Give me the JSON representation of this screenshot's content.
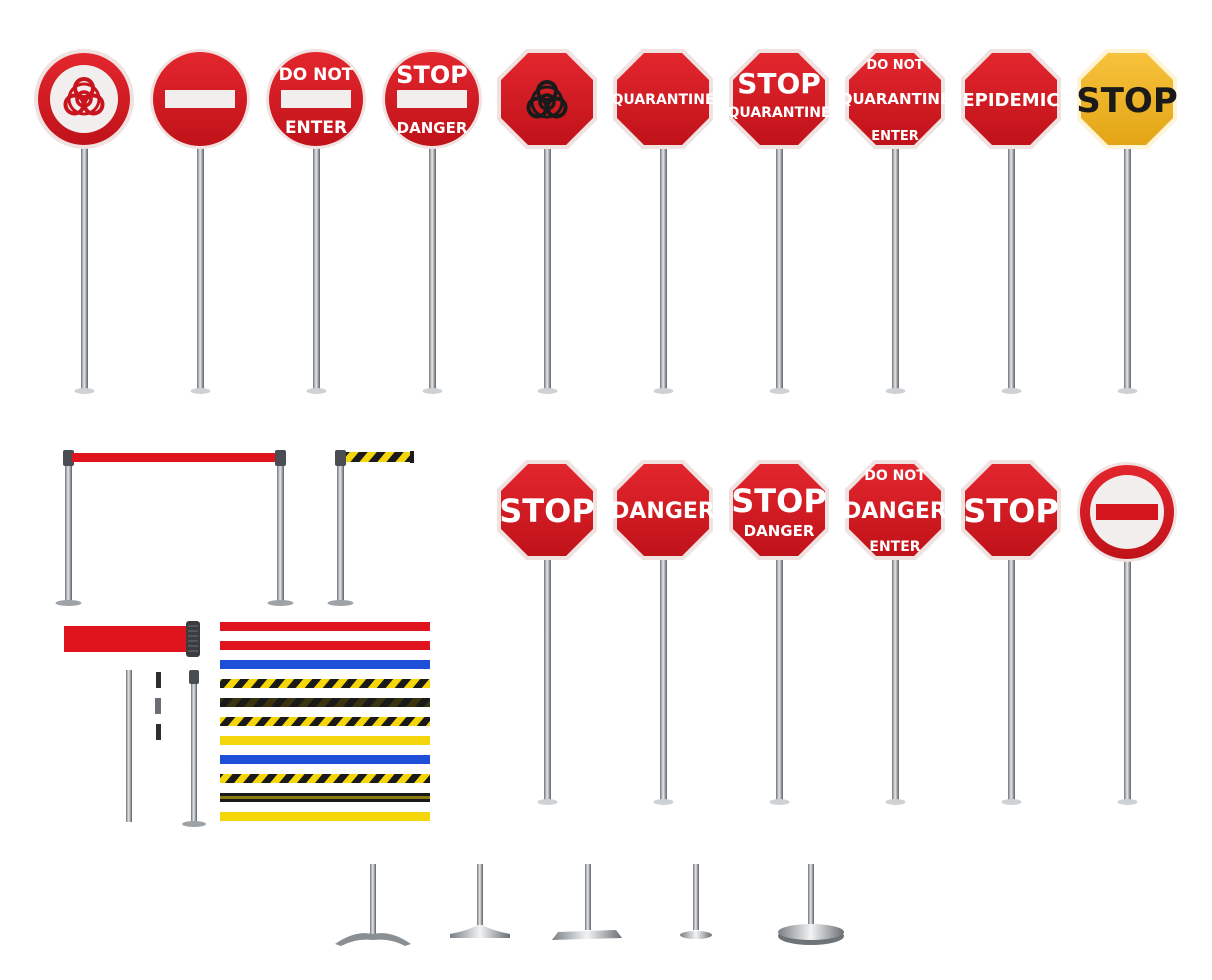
{
  "colors": {
    "sign_red": "#d6161f",
    "sign_red_dark": "#b10f16",
    "sign_yellow": "#f2b62b",
    "rim_light": "#f1e2e2",
    "bar_white": "#f3eeee",
    "pole_gray": "#9ea3a8",
    "tape_red": "#e0141c",
    "tape_blue": "#1e4fd8",
    "tape_yellow": "#f5d60a",
    "tape_black": "#1a1a1a"
  },
  "signs_top_row": [
    {
      "shape": "circle",
      "symbol": "biohazard-icon",
      "text": []
    },
    {
      "shape": "circle",
      "symbol": "no-entry-bar",
      "text": []
    },
    {
      "shape": "circle",
      "symbol": "no-entry-bar",
      "text": [
        "DO NOT",
        "ENTER"
      ]
    },
    {
      "shape": "circle",
      "symbol": "no-entry-bar",
      "text": [
        "STOP",
        "DANGER"
      ]
    },
    {
      "shape": "octagon",
      "symbol": "biohazard-icon",
      "text": []
    },
    {
      "shape": "octagon",
      "text": [
        "QUARANTINE"
      ]
    },
    {
      "shape": "octagon",
      "text": [
        "STOP",
        "QUARANTINE"
      ]
    },
    {
      "shape": "octagon",
      "text": [
        "DO NOT",
        "QUARANTINE",
        "ENTER"
      ]
    },
    {
      "shape": "octagon",
      "text": [
        "EPIDEMIC"
      ]
    },
    {
      "shape": "octagon",
      "color": "yellow",
      "text": [
        "STOP"
      ]
    }
  ],
  "signs_bottom_row": [
    {
      "shape": "octagon",
      "text": [
        "STOP"
      ]
    },
    {
      "shape": "octagon",
      "text": [
        "DANGER"
      ]
    },
    {
      "shape": "octagon",
      "text": [
        "STOP",
        "DANGER"
      ]
    },
    {
      "shape": "octagon",
      "text": [
        "DO NOT",
        "DANGER",
        "ENTER"
      ]
    },
    {
      "shape": "octagon",
      "text": [
        "STOP"
      ]
    },
    {
      "shape": "circle",
      "symbol": "no-entry-bar",
      "text": []
    }
  ],
  "barrier_tapes": [
    "red",
    "red",
    "blue",
    "hazard",
    "hazard-dark",
    "hazard",
    "yellow",
    "blue",
    "hazard",
    "black-yellow",
    "yellow"
  ],
  "pole_bases": [
    "tripod-base",
    "cone-base",
    "flat-plate-base",
    "small-disc-base",
    "round-disc-base"
  ]
}
